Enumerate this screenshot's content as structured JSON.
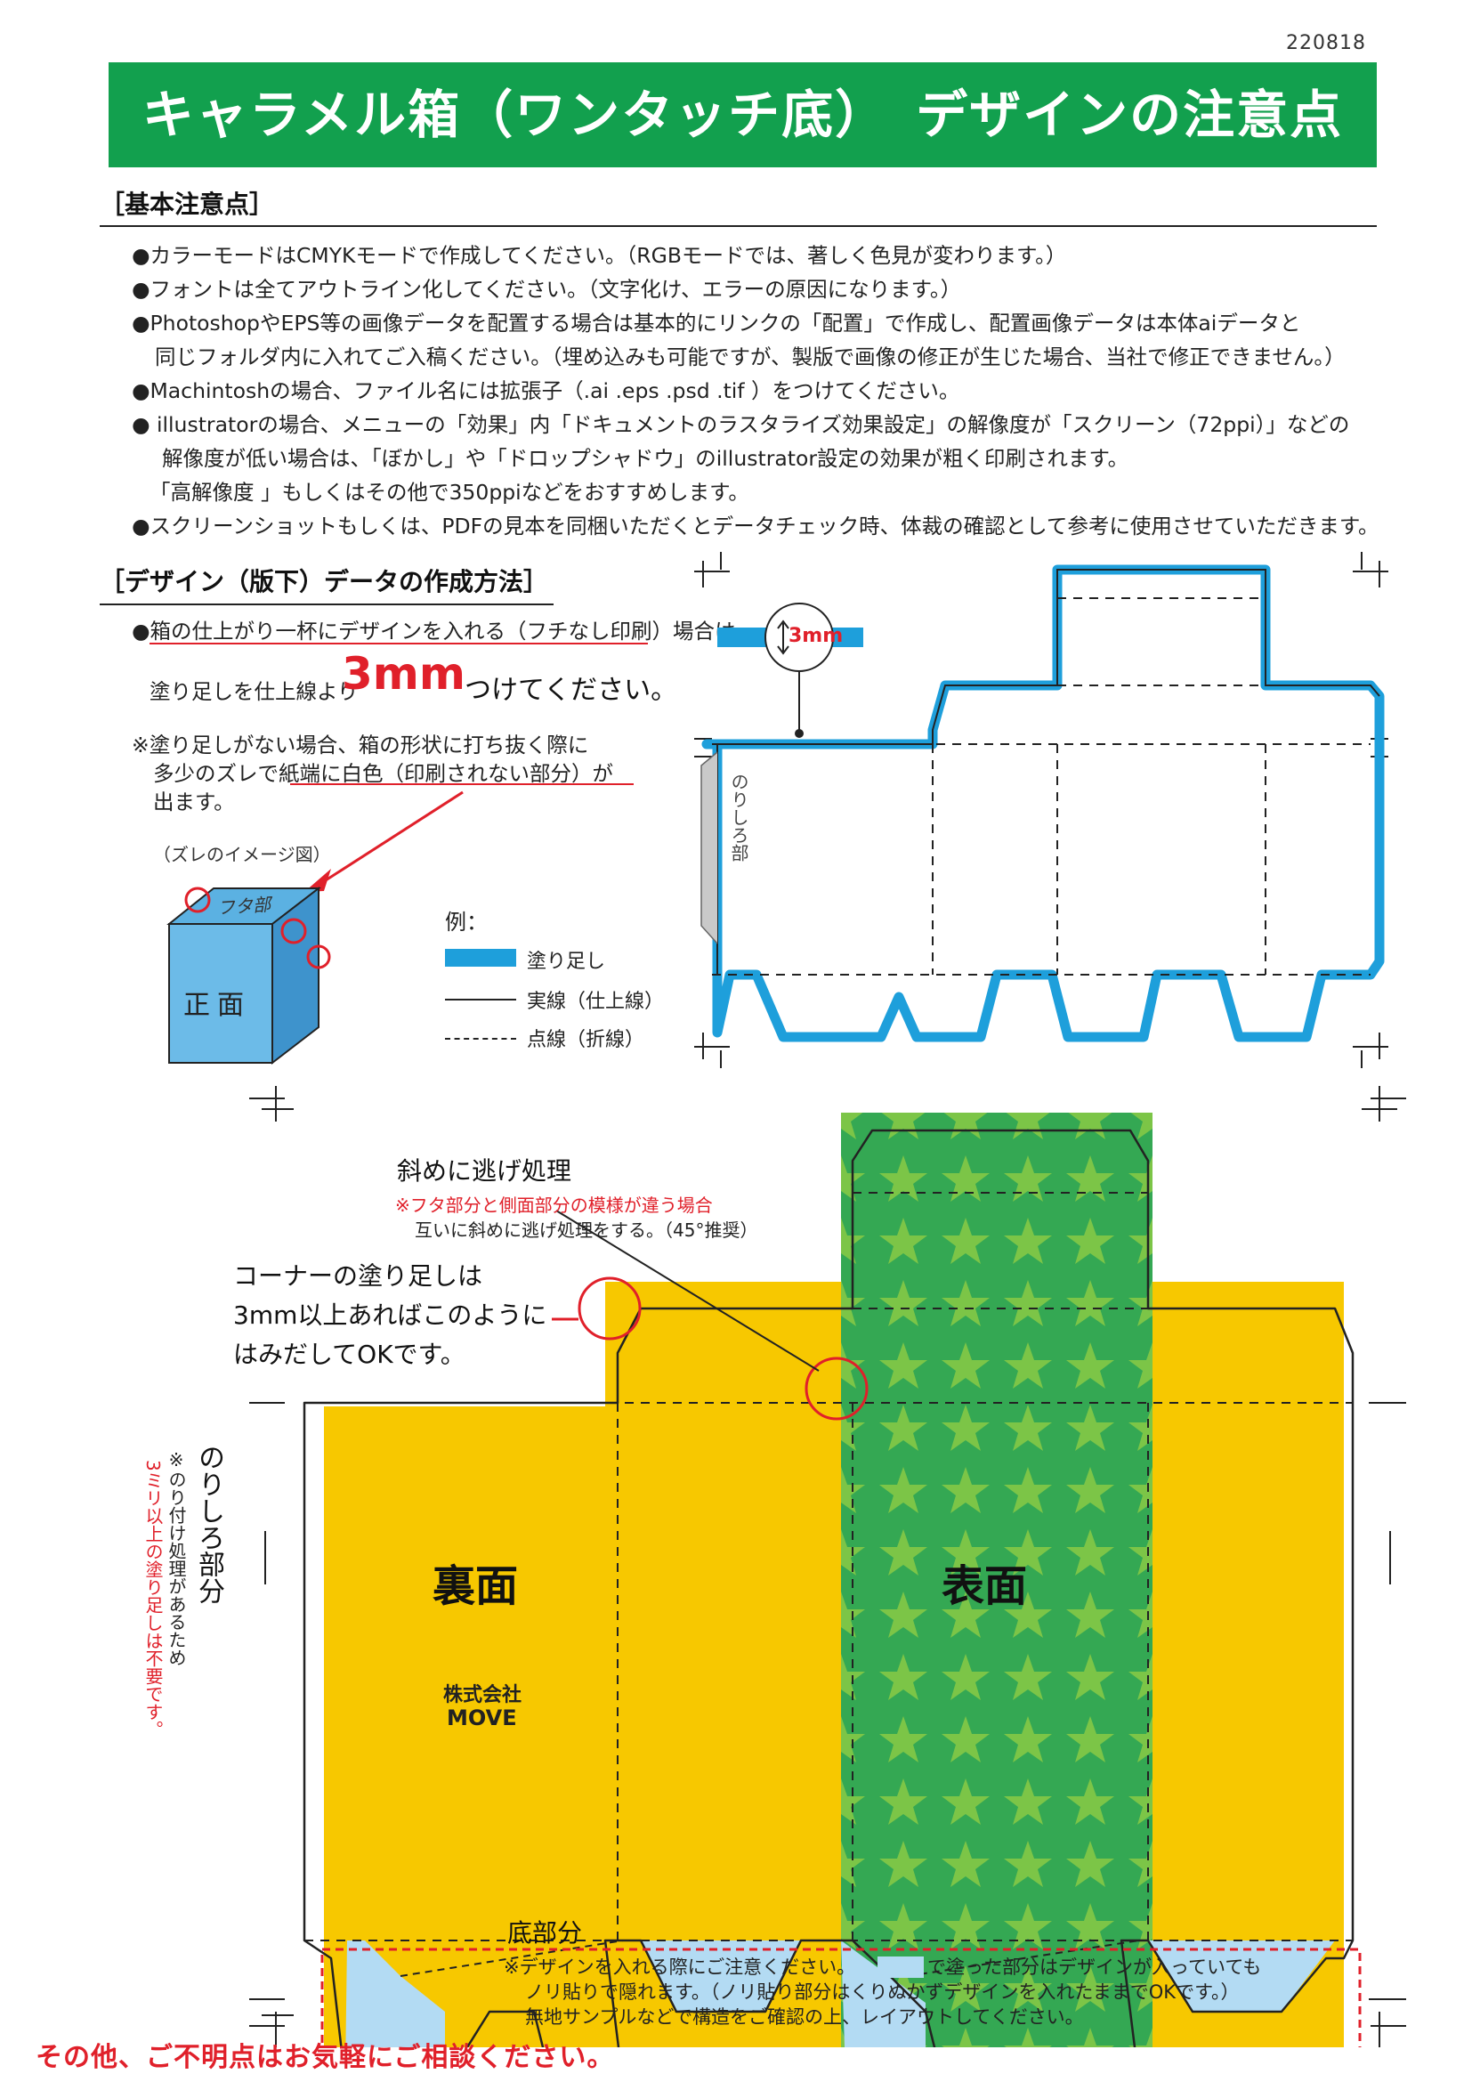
{
  "doc_code": "220818",
  "title": "キャラメル箱（ワンタッチ底）　デザインの注意点",
  "basic": {
    "heading": "［基本注意点］",
    "items": [
      "●カラーモードはCMYKモードで作成してください。（RGBモードでは、著しく色見が変わります。）",
      "●フォントは全てアウトライン化してください。（文字化け、エラーの原因になります。）",
      "●PhotoshopやEPS等の画像データを配置する場合は基本的にリンクの「配置」で作成し、配置画像データは本体aiデータと",
      "同じフォルダ内に入れてご入稿ください。（埋め込みも可能ですが、製版で画像の修正が生じた場合、当社で修正できません。）",
      "●Machintoshの場合、ファイル名には拡張子（.ai .eps .psd .tif ）をつけてください。",
      "● illustratorの場合、メニューの「効果」内「ドキュメントのラスタライズ効果設定」の解像度が「スクリーン（72ppi）」などの",
      "解像度が低い場合は、「ぼかし」や「ドロップシャドウ」のillustrator設定の効果が粗く印刷されます。",
      "「高解像度 」もしくはその他で350ppiなどをおすすめします。",
      "●スクリーンショットもしくは、PDFの見本を同梱いただくとデータチェック時、体裁の確認として参考に使用させていただきます。"
    ]
  },
  "design": {
    "heading": "［デザイン（版下）データの作成方法］",
    "line1": "●箱の仕上がり一杯にデザインを入れる（フチなし印刷）場合は",
    "line2_pre": "塗り足しを仕上線より",
    "line2_big": "3mm",
    "line2_post": "つけてください。",
    "note1": "※塗り足しがない場合、箱の形状に打ち抜く際に",
    "note2": "多少のズレで紙端に白色（印刷されない部分）が",
    "note3": "出ます。",
    "image_caption": "（ズレのイメージ図）",
    "box_lid_label": "フタ部",
    "box_front_label": "正面"
  },
  "legend": {
    "heading": "例：",
    "bleed": "塗り足し",
    "solid": "実線（仕上線）",
    "dashed": "点線（折線）"
  },
  "diagram_top": {
    "dimension": "3mm",
    "glue_label": "のりしろ部"
  },
  "diagram_bottom": {
    "diagonal_title": "斜めに逃げ処理",
    "diagonal_note1": "※フタ部分と側面部分の模様が違う場合",
    "diagonal_note2": "互いに斜めに逃げ処理をする。（45°推奨）",
    "corner1": "コーナーの塗り足しは",
    "corner2": "3mm以上あればこのように",
    "corner3": "はみだしてOKです。",
    "glue_title": "のりしろ部分",
    "glue_note1": "※のり付け処理があるため",
    "glue_note2": "3ミリ以上の塗り足しは不要です。",
    "back_label": "裏面",
    "front_label": "表面",
    "company1": "株式会社",
    "company2": "MOVE",
    "bottom_title": "底部分",
    "bottom_note1": "※デザインを入れる際にご注意ください。",
    "bottom_note1b": "で塗った部分はデザインが入っていても",
    "bottom_note2": "ノリ貼りで隠れます。（ノリ貼り部分はくりぬかずデザインを入れたままでOKです。）",
    "bottom_note3": "無地サンプルなどで構造をご確認の上、レイアウトしてください。"
  },
  "footer": "その他、ご不明点はお気軽にご相談ください。",
  "colors": {
    "title_green": "#12a04e",
    "bleed_blue": "#1e9fdb",
    "yellow": "#f7c800",
    "pattern_green": "#34a853",
    "light_blue": "#b3dbf3",
    "accent_red": "#e0202a"
  }
}
